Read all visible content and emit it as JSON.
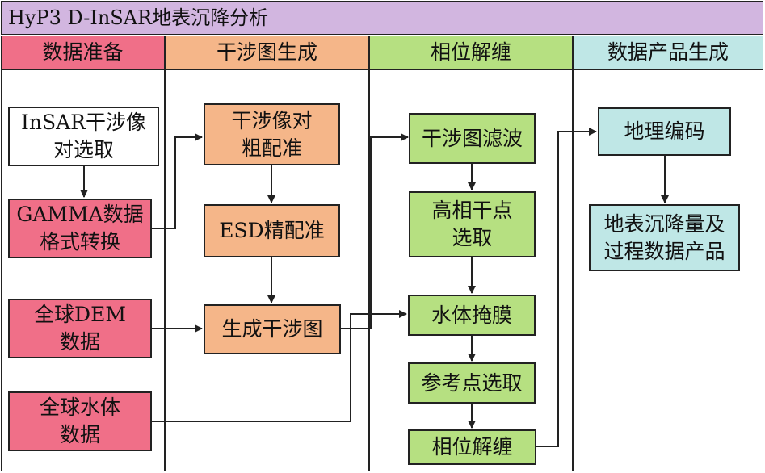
{
  "title": "HyP3 D-InSAR地表沉降分析",
  "columns": [
    {
      "label": "数据准备",
      "color": "#f06f88"
    },
    {
      "label": "干涉图生成",
      "color": "#f5b689"
    },
    {
      "label": "相位解缠",
      "color": "#b6e081"
    },
    {
      "label": "数据产品生成",
      "color": "#bfe7e6"
    }
  ],
  "nodes": {
    "insar_pair": {
      "line1": "InSAR干涉像",
      "line2": "对选取"
    },
    "gamma": {
      "line1": "GAMMA数据",
      "line2": "格式转换"
    },
    "dem": {
      "line1": "全球DEM",
      "line2": "数据"
    },
    "water": {
      "line1": "全球水体",
      "line2": "数据"
    },
    "coarse_reg": {
      "line1": "干涉像对",
      "line2": "粗配准"
    },
    "esd_reg": {
      "line1": "ESD精配准"
    },
    "gen_ifg": {
      "line1": "生成干涉图"
    },
    "ifg_filter": {
      "line1": "干涉图滤波"
    },
    "high_coh": {
      "line1": "高相干点",
      "line2": "选取"
    },
    "water_mask": {
      "line1": "水体掩膜"
    },
    "ref_point": {
      "line1": "参考点选取"
    },
    "unwrap": {
      "line1": "相位解缠"
    },
    "geocode": {
      "line1": "地理编码"
    },
    "product": {
      "line1": "地表沉降量及",
      "line2": "过程数据产品"
    }
  }
}
